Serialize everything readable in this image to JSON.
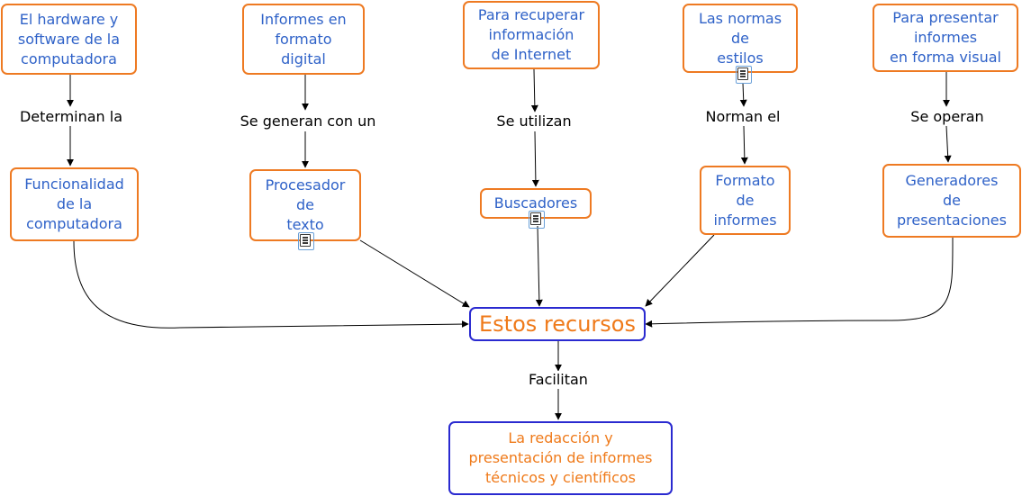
{
  "nodes": {
    "hardware": "El hardware y\nsoftware de la\ncomputadora",
    "informes_digital": "Informes en\nformato\ndigital",
    "recuperar": "Para recuperar\ninformación\nde Internet",
    "normas": "Las normas\nde\nestilos",
    "presentar": "Para presentar\ninformes\nen forma visual",
    "funcionalidad": "Funcionalidad\nde la\ncomputadora",
    "procesador": "Procesador\nde\ntexto",
    "buscadores": "Buscadores",
    "formato": "Formato\nde\ninformes",
    "generadores": "Generadores\nde\npresentaciones",
    "recursos": "Estos recursos",
    "resultado": "La redacción y\npresentación de informes\ntécnicos y científicos"
  },
  "links": {
    "determinan": "Determinan la",
    "generan": "Se generan con un",
    "utilizan": "Se utilizan",
    "norman": "Norman el",
    "operan": "Se operan",
    "facilitan": "Facilitan"
  },
  "colors": {
    "concept_border": "#ee7a22",
    "concept_text": "#2f62c8",
    "central_border": "#2a2ad0",
    "central_text": "#ef7a1a"
  },
  "icons": {
    "attachment": "document-icon"
  }
}
